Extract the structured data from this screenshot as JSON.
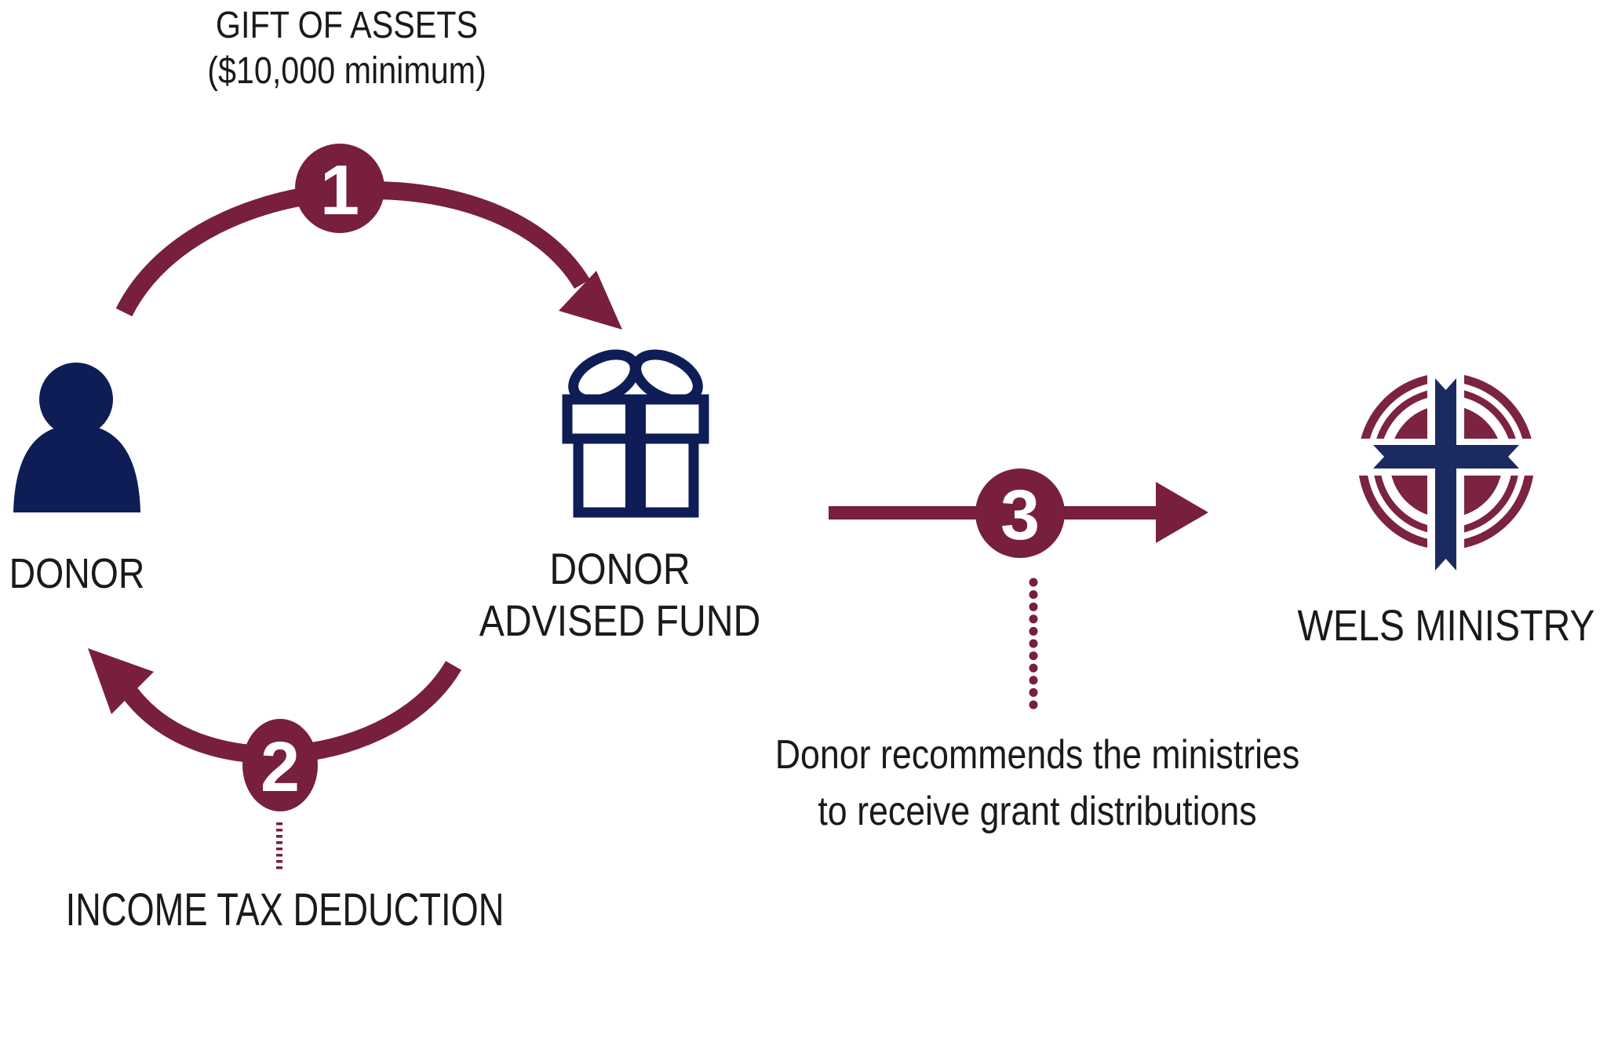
{
  "title": "Donor Advised Fund flow diagram",
  "colors": {
    "maroon": "#771F3D",
    "navy": "#0E1D56",
    "logo-maroon": "#7C2342",
    "logo-navy": "#1B2B5F",
    "text": "#1A1A1A"
  },
  "flow": {
    "step1": {
      "number": "1",
      "label_line1": "GIFT OF ASSETS",
      "label_line2": "($10,000 minimum)"
    },
    "step2": {
      "number": "2",
      "label": "INCOME TAX DEDUCTION"
    },
    "step3": {
      "number": "3",
      "caption_line1": "Donor recommends the ministries",
      "caption_line2": "to receive grant distributions"
    }
  },
  "nodes": {
    "donor": {
      "label": "DONOR",
      "icon": "person-icon"
    },
    "donor_advised_fund": {
      "label_line1": "DONOR",
      "label_line2": "ADVISED FUND",
      "icon": "gift-icon"
    },
    "wels_ministry": {
      "label": "WELS MINISTRY",
      "icon": "wels-cross-logo"
    }
  }
}
